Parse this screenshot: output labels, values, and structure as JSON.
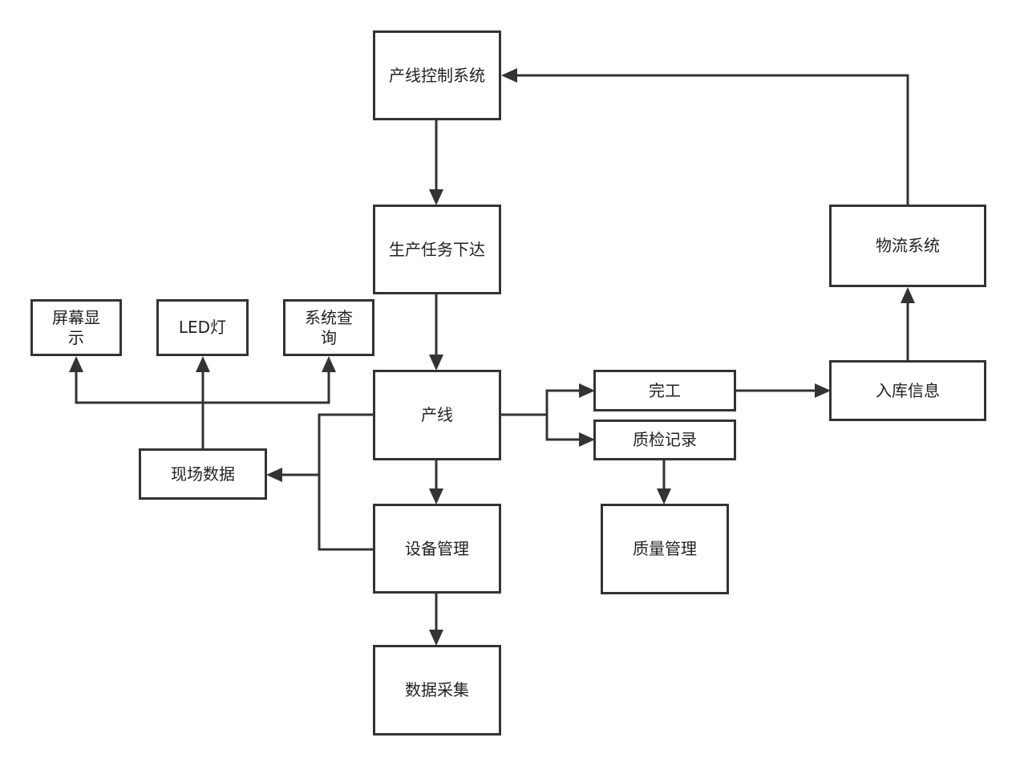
{
  "diagram": {
    "nodes": {
      "line_control": "产线控制系统",
      "task_dispatch": "生产任务下达",
      "production_line": "产线",
      "equipment_mgmt": "设备管理",
      "data_collection": "数据采集",
      "field_data": "现场数据",
      "screen_display": "屏幕显示",
      "led_light": "LED灯",
      "system_query": "系统查询",
      "completed": "完工",
      "qc_record": "质检记录",
      "quality_mgmt": "质量管理",
      "warehouse_info": "入库信息",
      "logistics": "物流系统"
    },
    "colors": {
      "stroke": "#333333",
      "fill": "#ffffff",
      "text": "#222222"
    }
  }
}
